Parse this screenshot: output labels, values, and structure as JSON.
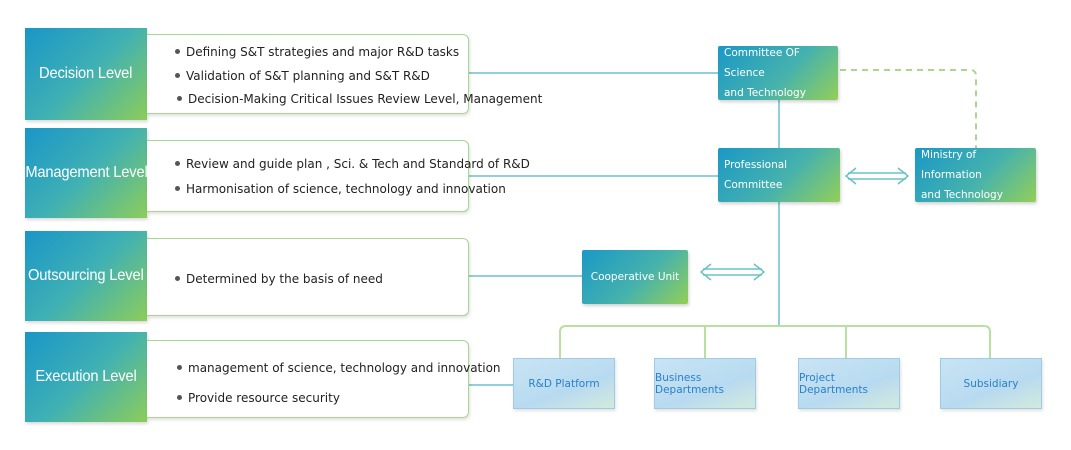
{
  "levels": [
    {
      "label": "Decision Level",
      "bullets": [
        "Defining S&T strategies and major R&D tasks",
        "Validation of S&T planning and S&T R&D",
        "Decision-Making Critical Issues Review Level, Management"
      ]
    },
    {
      "label": "Management Level",
      "bullets": [
        "Review and guide  plan ,  Sci. & Tech and Standard of R&D",
        "Harmonisation of science, technology and innovation"
      ]
    },
    {
      "label": "Outsourcing Level",
      "bullets": [
        "Determined by the basis of need"
      ]
    },
    {
      "label": "Execution Level",
      "bullets": [
        "management of science, technology and innovation",
        "Provide resource security"
      ]
    }
  ],
  "nodes": {
    "committee": [
      "Committee OF Science",
      "and Technology"
    ],
    "professional": "Professional Committee",
    "ministry": [
      "Ministry of Information",
      "and Technology"
    ],
    "cooperative": "Cooperative Unit"
  },
  "units": [
    "R&D Platform",
    "Business Departments",
    "Project Departments",
    "Subsidiary"
  ],
  "colors": {
    "node_gradient_start": "#1a98c6",
    "node_gradient_end": "#93cf56",
    "unit_text": "#2b80c8",
    "line": "#8fd0dc",
    "border": "#a8d890"
  }
}
